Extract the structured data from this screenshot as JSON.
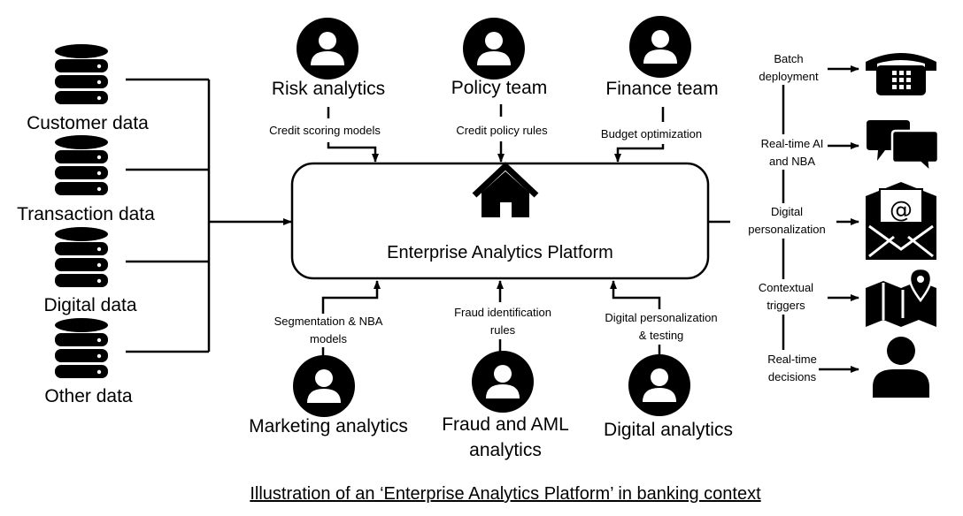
{
  "platform": {
    "title": "Enterprise Analytics Platform"
  },
  "data_sources": [
    {
      "label": "Customer data",
      "icon": "database-icon"
    },
    {
      "label": "Transaction data",
      "icon": "database-icon"
    },
    {
      "label": "Digital data",
      "icon": "database-icon"
    },
    {
      "label": "Other data",
      "icon": "database-icon"
    }
  ],
  "top_teams": [
    {
      "name": "Risk analytics",
      "flow_lines": [
        "Credit scoring models"
      ],
      "icon": "person-icon"
    },
    {
      "name": "Policy team",
      "flow_lines": [
        "Credit policy rules"
      ],
      "icon": "person-icon"
    },
    {
      "name": "Finance team",
      "flow_lines": [
        "Budget optimization"
      ],
      "icon": "person-icon"
    }
  ],
  "bottom_teams": [
    {
      "name_lines": [
        "Marketing analytics"
      ],
      "flow_lines": [
        "Segmentation & NBA",
        "models"
      ],
      "icon": "person-icon"
    },
    {
      "name_lines": [
        "Fraud and AML",
        "analytics"
      ],
      "flow_lines": [
        "Fraud identification",
        "rules"
      ],
      "icon": "person-icon"
    },
    {
      "name_lines": [
        "Digital analytics"
      ],
      "flow_lines": [
        "Digital personalization",
        "& testing"
      ],
      "icon": "person-icon"
    }
  ],
  "outputs": [
    {
      "lines": [
        "Batch",
        "deployment"
      ],
      "icon": "telephone-icon"
    },
    {
      "lines": [
        "Real-time AI",
        "and NBA"
      ],
      "icon": "chat-bubbles-icon"
    },
    {
      "lines": [
        "Digital",
        "personalization"
      ],
      "icon": "email-icon"
    },
    {
      "lines": [
        "Contextual",
        "triggers"
      ],
      "icon": "map-pin-icon"
    },
    {
      "lines": [
        "Real-time",
        "decisions"
      ],
      "icon": "person-icon"
    }
  ],
  "caption": "Illustration of an ‘Enterprise Analytics Platform’ in banking context"
}
